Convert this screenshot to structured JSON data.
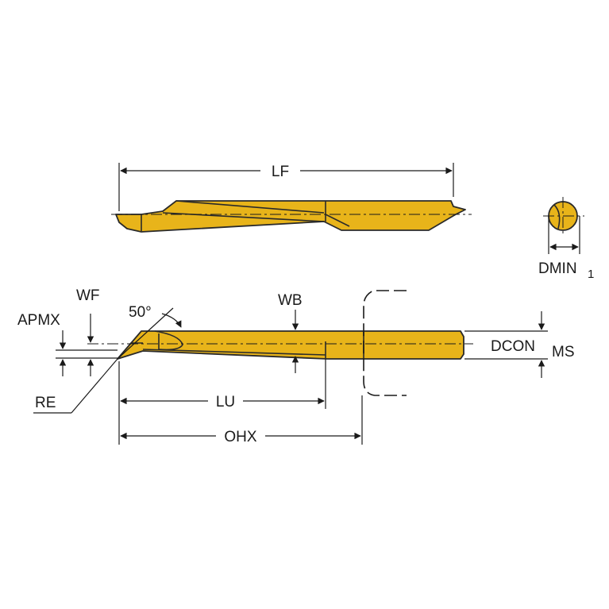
{
  "labels": {
    "lf": "LF",
    "dmin": "DMIN",
    "dmin_sub": "1",
    "wf": "WF",
    "apmx": "APMX",
    "angle": "50°",
    "wb": "WB",
    "dcon": "DCON",
    "dcon_sub": "MS",
    "re": "RE",
    "lu": "LU",
    "ohx": "OHX"
  },
  "colors": {
    "tool_body": "#e8b41a",
    "outline": "#2a2a2a",
    "background": "#ffffff"
  }
}
